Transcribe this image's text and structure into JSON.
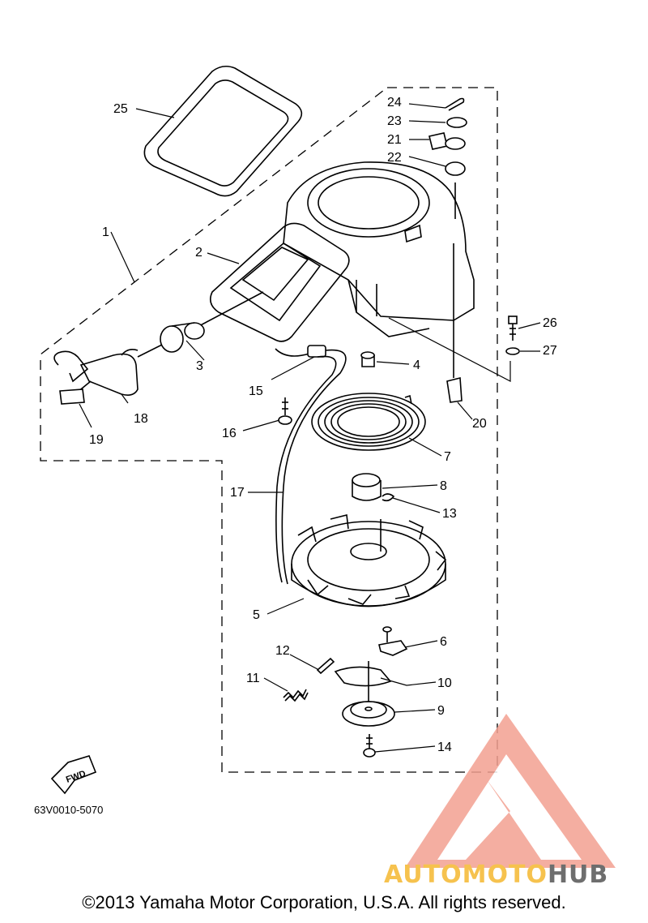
{
  "diagram": {
    "callouts": {
      "c1": "1",
      "c2": "2",
      "c3": "3",
      "c4": "4",
      "c5": "5",
      "c6": "6",
      "c7": "7",
      "c8": "8",
      "c9": "9",
      "c10": "10",
      "c11": "11",
      "c12": "12",
      "c13": "13",
      "c14": "14",
      "c15": "15",
      "c16": "16",
      "c17": "17",
      "c18": "18",
      "c19": "19",
      "c20": "20",
      "c21": "21",
      "c22": "22",
      "c23": "23",
      "c24": "24",
      "c25": "25",
      "c26": "26",
      "c27": "27"
    },
    "fwd_label": "FWD",
    "drawing_code": "63V0010-5070"
  },
  "watermark": {
    "part1": "AUTOMOTO",
    "part2": "HUB",
    "colors": {
      "primary": "#f08070",
      "accent": "#f5b830",
      "dark": "#555555"
    }
  },
  "copyright": "©2013 Yamaha Motor Corporation, U.S.A. All rights reserved."
}
